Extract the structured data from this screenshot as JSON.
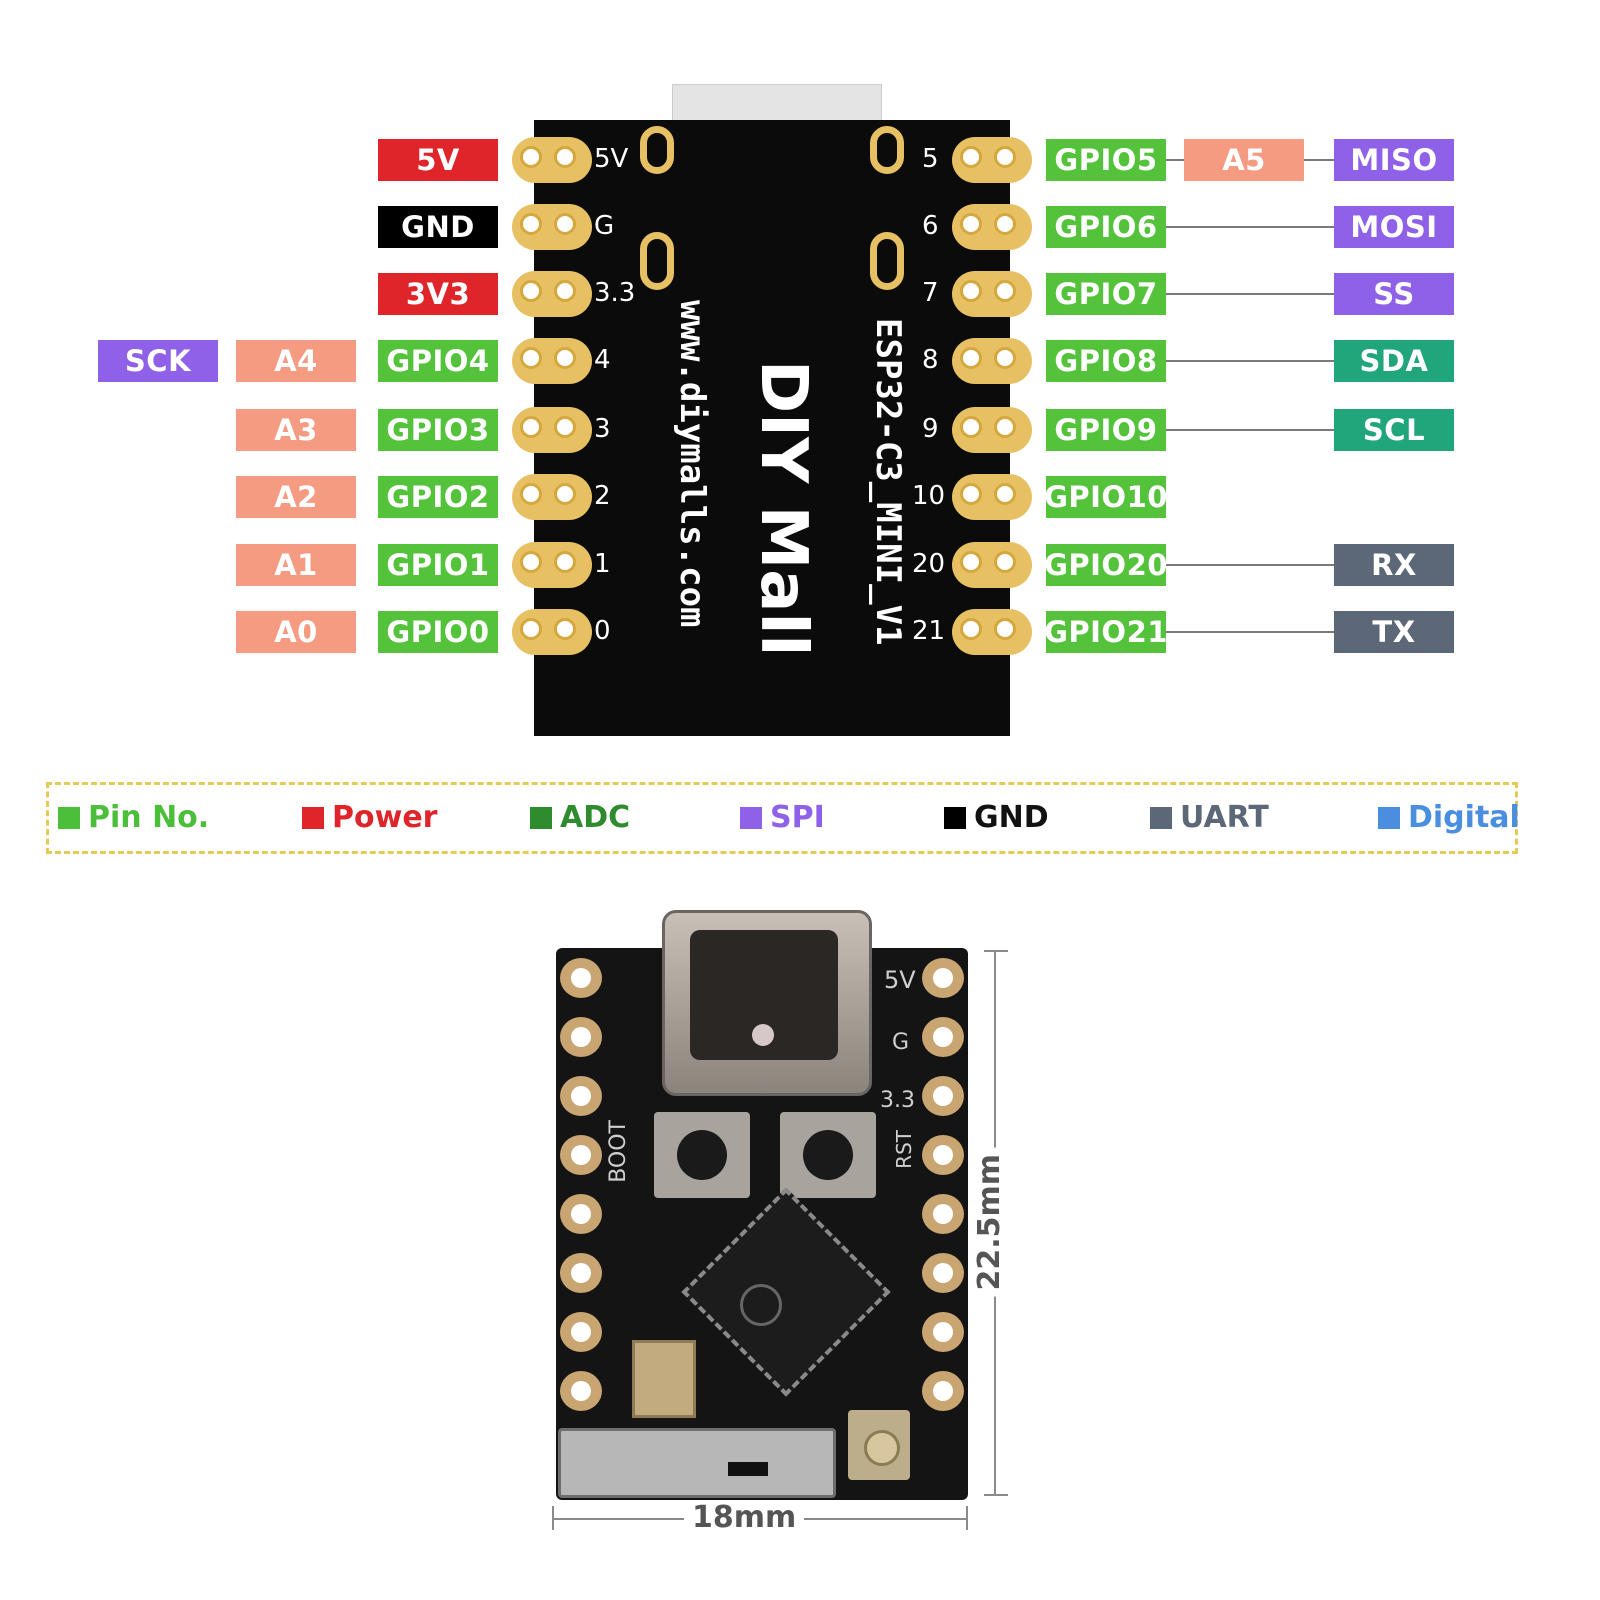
{
  "colors": {
    "gpio": "#54c23a",
    "power": "#e0252a",
    "gnd": "#000000",
    "adc": "#f59b82",
    "spi": "#8f61e8",
    "i2c": "#21a57a",
    "uart": "#5c6778",
    "board": "#0b0b0b",
    "pad": "#e6c062"
  },
  "left_pins": [
    {
      "num": "5V",
      "tags": [
        {
          "text": "5V",
          "kind": "power"
        }
      ]
    },
    {
      "num": "G",
      "tags": [
        {
          "text": "GND",
          "kind": "gnd"
        }
      ]
    },
    {
      "num": "3.3",
      "tags": [
        {
          "text": "3V3",
          "kind": "power"
        }
      ]
    },
    {
      "num": "4",
      "tags": [
        {
          "text": "GPIO4",
          "kind": "gpio"
        },
        {
          "text": "A4",
          "kind": "adc"
        },
        {
          "text": "SCK",
          "kind": "spi"
        }
      ]
    },
    {
      "num": "3",
      "tags": [
        {
          "text": "GPIO3",
          "kind": "gpio"
        },
        {
          "text": "A3",
          "kind": "adc"
        }
      ]
    },
    {
      "num": "2",
      "tags": [
        {
          "text": "GPIO2",
          "kind": "gpio"
        },
        {
          "text": "A2",
          "kind": "adc"
        }
      ]
    },
    {
      "num": "1",
      "tags": [
        {
          "text": "GPIO1",
          "kind": "gpio"
        },
        {
          "text": "A1",
          "kind": "adc"
        }
      ]
    },
    {
      "num": "0",
      "tags": [
        {
          "text": "GPIO0",
          "kind": "gpio"
        },
        {
          "text": "A0",
          "kind": "adc"
        }
      ]
    }
  ],
  "right_pins": [
    {
      "num": "5",
      "gpio": "GPIO5",
      "mid": "A5",
      "func": "MISO",
      "func_kind": "spi"
    },
    {
      "num": "6",
      "gpio": "GPIO6",
      "mid": "",
      "func": "MOSI",
      "func_kind": "spi"
    },
    {
      "num": "7",
      "gpio": "GPIO7",
      "mid": "",
      "func": "SS",
      "func_kind": "spi"
    },
    {
      "num": "8",
      "gpio": "GPIO8",
      "mid": "",
      "func": "SDA",
      "func_kind": "i2c"
    },
    {
      "num": "9",
      "gpio": "GPIO9",
      "mid": "",
      "func": "SCL",
      "func_kind": "i2c"
    },
    {
      "num": "10",
      "gpio": "GPIO10",
      "mid": "",
      "func": "",
      "func_kind": ""
    },
    {
      "num": "20",
      "gpio": "GPIO20",
      "mid": "",
      "func": "RX",
      "func_kind": "uart"
    },
    {
      "num": "21",
      "gpio": "GPIO21",
      "mid": "",
      "func": "TX",
      "func_kind": "uart"
    }
  ],
  "board_text": {
    "url": "www.diymalls.com",
    "brand": "DIY Mall",
    "model": "ESP32-C3_MINI_V1"
  },
  "legend": [
    {
      "label": "Pin No.",
      "color": "#4cbf3a"
    },
    {
      "label": "Power",
      "color": "#e0252a"
    },
    {
      "label": "ADC",
      "color": "#2e8b2e"
    },
    {
      "label": "SPI",
      "color": "#8f61e8"
    },
    {
      "label": "GND",
      "color": "#000000"
    },
    {
      "label": "UART",
      "color": "#5c6778"
    },
    {
      "label": "Digital",
      "color": "#4a8ee0"
    }
  ],
  "photo": {
    "silk_left": "BOOT",
    "silk_right_top": "5V",
    "silk_right_g": "G",
    "silk_right_33": "3.3",
    "silk_right_rst": "RST"
  },
  "dimensions": {
    "height": "22.5mm",
    "width": "18mm"
  }
}
